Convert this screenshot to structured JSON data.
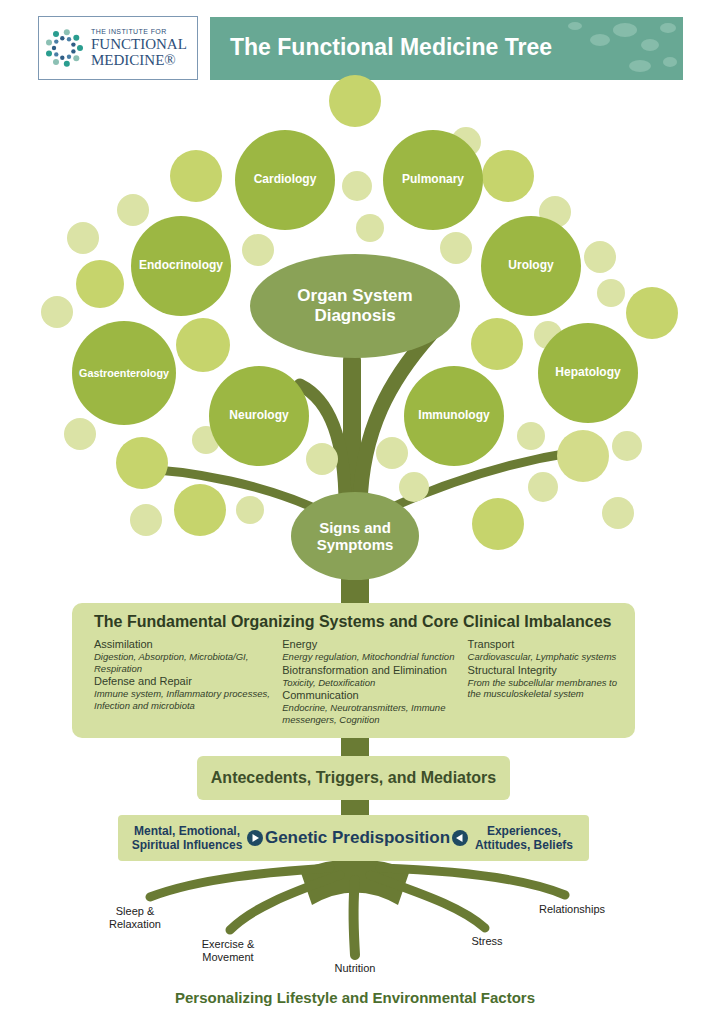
{
  "diagram": {
    "title": "The Functional Medicine Tree",
    "caption": "Personalizing Lifestyle and Environmental Factors",
    "nodes": [
      {
        "text": [
          "THE INSTITUTE FOR",
          "FUNCTIONAL MEDICINE®"
        ]
      },
      {
        "text": [
          "Cardiology"
        ]
      },
      {
        "text": [
          "Pulmonary"
        ]
      },
      {
        "text": [
          "Endocrinology"
        ]
      },
      {
        "text": [
          "Urology"
        ]
      },
      {
        "text": [
          "Organ System Diagnosis"
        ]
      },
      {
        "text": [
          "Gastroenterology"
        ]
      },
      {
        "text": [
          "Hepatology"
        ]
      },
      {
        "text": [
          "Neurology"
        ]
      },
      {
        "text": [
          "Immunology"
        ]
      },
      {
        "text": [
          "Signs and Symptoms"
        ]
      },
      {
        "text": [
          "The Fundamental Organizing Systems and Core Clinical Imbalances",
          "Assimilation",
          "Digestion, Absorption, Microbiota/GI, Respiration",
          "Defense and Repair",
          "Immune system, Inflammatory processes, Infection and microbiota",
          "Energy",
          "Energy regulation, Mitochondrial function",
          "Biotransformation and Elimination",
          "Toxicity, Detoxification",
          "Communication",
          "Endocrine, Neurotransmitters, Immune messengers, Cognition",
          "Transport",
          "Cardiovascular, Lymphatic systems",
          "Structural Integrity",
          "From the subcellular membranes to the musculoskeletal system"
        ]
      },
      {
        "text": [
          "Antecedents, Triggers, and Mediators"
        ]
      },
      {
        "text": [
          "Mental, Emotional, Spiritual Influences",
          "Genetic Predisposition",
          "Experiences, Attitudes, Beliefs"
        ]
      }
    ],
    "labels": [
      "Sleep & Relaxation",
      "Exercise & Movement",
      "Nutrition",
      "Stress",
      "Relationships"
    ]
  }
}
